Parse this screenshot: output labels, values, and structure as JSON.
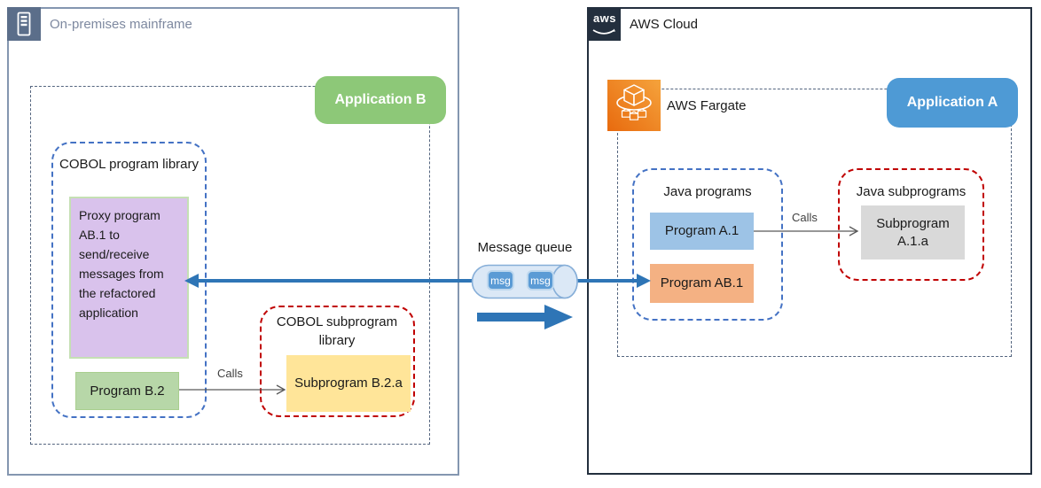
{
  "on_premises": {
    "title": "On-premises mainframe",
    "app_badge": "Application B",
    "program_library": {
      "title": "COBOL program library",
      "proxy_program": "Proxy program AB.1 to send/receive messages from the refactored application",
      "program": "Program B.2"
    },
    "subprogram_library": {
      "title": "COBOL subprogram library",
      "subprogram": "Subprogram B.2.a"
    },
    "calls_label": "Calls"
  },
  "message_queue": {
    "label": "Message queue",
    "messages": [
      "msg",
      "msg"
    ]
  },
  "aws": {
    "logo_text": "aws",
    "title": "AWS Cloud",
    "fargate_label": "AWS Fargate",
    "app_badge": "Application A",
    "java_programs": {
      "title": "Java programs",
      "program_a1": "Program A.1",
      "program_ab1": "Program AB.1"
    },
    "java_subprograms": {
      "title": "Java subprograms",
      "subprogram": "Subprogram A.1.a"
    },
    "calls_label": "Calls"
  },
  "colors": {
    "app_b_green": "#8dc878",
    "app_a_blue": "#4e9ad5",
    "proxy_purple": "#d9c2ec",
    "program_b2_green": "#b7d7a8",
    "subprogram_yellow": "#ffe599",
    "program_a1_blue": "#9dc3e6",
    "program_ab1_orange": "#f4b183",
    "subprogram_gray": "#d9d9d9",
    "arrow_blue": "#2e75b6",
    "calls_arrow_gray": "#595959",
    "dashed_blue": "#4472c4",
    "dashed_red": "#c00000",
    "dashed_gray": "#54657f",
    "aws_dark": "#232f3e",
    "onprem_frame_blue": "#8496b0",
    "fargate_orange_start": "#e86a0e",
    "fargate_orange_end": "#f5a33c",
    "queue_fill": "#dbe8f6",
    "queue_stroke": "#86aed8",
    "msg_badge_blue": "#5b9bd5"
  }
}
